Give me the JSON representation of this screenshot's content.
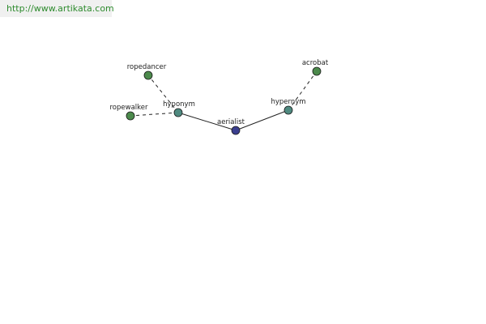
{
  "header": {
    "url": "http://www.artikata.com"
  },
  "colors": {
    "center_node": "#3b3f8f",
    "relation_node": "#4f8a80",
    "leaf_node": "#4c8a4c",
    "edge": "#222222",
    "url_text": "#2e8b2e"
  },
  "graph": {
    "nodes": [
      {
        "id": "aerialist",
        "label": "aerialist",
        "kind": "center"
      },
      {
        "id": "hyponym",
        "label": "hyponym",
        "kind": "relation"
      },
      {
        "id": "hypernym",
        "label": "hypernym",
        "kind": "relation"
      },
      {
        "id": "ropedancer",
        "label": "ropedancer",
        "kind": "leaf"
      },
      {
        "id": "ropewalker",
        "label": "ropewalker",
        "kind": "leaf"
      },
      {
        "id": "acrobat",
        "label": "acrobat",
        "kind": "leaf"
      }
    ],
    "edges": [
      {
        "from": "aerialist",
        "to": "hyponym",
        "style": "solid"
      },
      {
        "from": "aerialist",
        "to": "hypernym",
        "style": "solid"
      },
      {
        "from": "hyponym",
        "to": "ropedancer",
        "style": "dashed"
      },
      {
        "from": "hyponym",
        "to": "ropewalker",
        "style": "dashed"
      },
      {
        "from": "hypernym",
        "to": "acrobat",
        "style": "dashed"
      }
    ]
  }
}
